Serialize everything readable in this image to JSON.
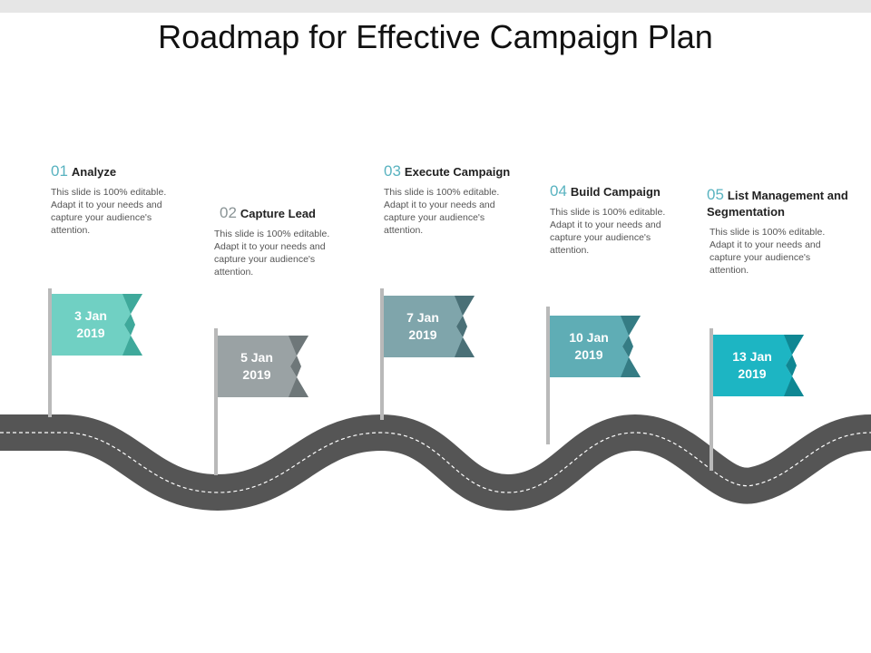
{
  "title": "Roadmap for Effective Campaign Plan",
  "milestones": [
    {
      "number": "01",
      "heading": "Analyze",
      "text": "This slide is 100% editable. Adapt it to your needs and capture your audience's attention.",
      "date": "3 Jan\n2019",
      "flag_color": "#70d0c3",
      "fold_color": "#3fa99b"
    },
    {
      "number": "02",
      "heading": "Capture Lead",
      "text": "This slide is 100% editable. Adapt it to your needs and capture your audience's attention.",
      "date": "5 Jan\n2019",
      "flag_color": "#9aa2a4",
      "fold_color": "#6e7779"
    },
    {
      "number": "03",
      "heading": "Execute Campaign",
      "text": "This slide is 100% editable. Adapt it to your needs and capture your audience's attention.",
      "date": "7 Jan\n2019",
      "flag_color": "#7fa5ab",
      "fold_color": "#4a7077"
    },
    {
      "number": "04",
      "heading": "Build Campaign",
      "text": "This slide is 100% editable. Adapt it to your needs and capture your audience's attention.",
      "date": "10 Jan\n2019",
      "flag_color": "#5fadb5",
      "fold_color": "#357c84"
    },
    {
      "number": "05",
      "heading": "List Management and Segmentation",
      "text": "This slide is 100% editable. Adapt it to your needs and capture your audience's attention.",
      "date": "13 Jan\n2019",
      "flag_color": "#1db5c3",
      "fold_color": "#0f8793"
    }
  ],
  "colors": {
    "road": "#555555",
    "road_dash": "#ffffff",
    "pole": "#b9b9b9",
    "number_accent": "#59b3c0",
    "number_accent_gray": "#8a9496"
  }
}
